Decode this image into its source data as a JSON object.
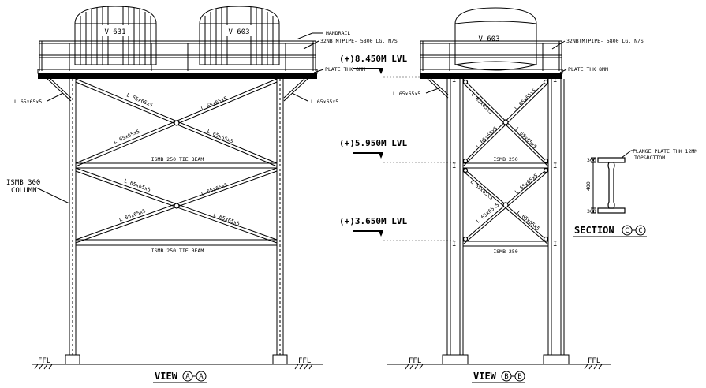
{
  "view_a": {
    "tank1_label": "V 631",
    "tank2_label": "V 603",
    "handrail_label": "HANDRAIL",
    "pipe_label": "32NB(M)PIPE- 5800 LG. N/S",
    "plate_label": "PLATE THK 8MM",
    "angle_left_label": "L 65x65x5",
    "angle_right_label": "L 65x65x5",
    "column_label_1": "ISMB 300",
    "column_label_2": "COLUMN",
    "tie_beam_upper": "ISMB 250 TIE BEAM",
    "tie_beam_lower": "ISMB 250 TIE BEAM",
    "brace_labels": [
      "L 65x65x5",
      "L 65x65x5",
      "L 65x65x5",
      "L 65x65x5",
      "L 65x65x5",
      "L 65x65x5",
      "L 65x65x5",
      "L 65x65x5"
    ],
    "ffl_left": "FFL",
    "ffl_right": "FFL",
    "title_prefix": "VIEW",
    "title_a1": "A",
    "title_a2": "A"
  },
  "view_b": {
    "tank_label": "V 603",
    "pipe_label": "32NB(M)PIPE- 5800 LG. N/S",
    "plate_label": "PLATE THK 8MM",
    "angle_label": "L 65x65x5",
    "tie_upper": "ISMB 250",
    "tie_lower": "ISMB 250",
    "brace_labels": [
      "L 65x65x5",
      "L 65x65x5",
      "L 65x65x5",
      "L 65x65x5",
      "L 65x65x5",
      "L 65x65x5",
      "L 65x65x5",
      "L 65x65x5"
    ],
    "ffl_left": "FFL",
    "ffl_right": "FFL",
    "title_prefix": "VIEW",
    "title_b1": "B",
    "title_b2": "B"
  },
  "levels": [
    {
      "label": "(+)8.450M LVL"
    },
    {
      "label": "(+)5.950M LVL"
    },
    {
      "label": "(+)3.650M LVL"
    }
  ],
  "section": {
    "flange_label_1": "FLANGE PLATE THK 12MM",
    "flange_label_2": "TOP&BOTTOM",
    "dim_top": "300",
    "dim_height": "400",
    "dim_bottom": "300",
    "title_prefix": "SECTION",
    "title_c1": "C",
    "title_c2": "C"
  }
}
